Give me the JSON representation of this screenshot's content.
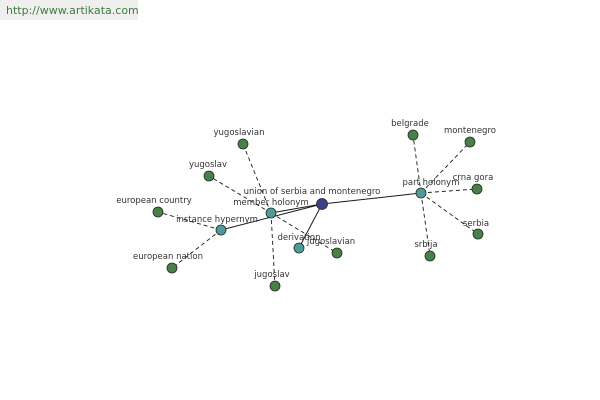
{
  "watermark": "http://www.artikata.com",
  "colors": {
    "center": "#3a3f8a",
    "relation": "#4f9a9a",
    "leaf": "#4a7f4a",
    "edge": "#1a1a1a",
    "node_stroke": "#1e2e1e"
  },
  "graph": {
    "center": {
      "id": "c",
      "label": "union of serbia and montenegro"
    },
    "relations": [
      {
        "id": "r_member",
        "label": "member holonym"
      },
      {
        "id": "r_instance",
        "label": "instance hypernym"
      },
      {
        "id": "r_part",
        "label": "part holonym"
      },
      {
        "id": "r_deriv",
        "label": "derivation"
      }
    ],
    "leaves": [
      {
        "id": "l_yugoslavian",
        "label": "yugoslavian",
        "parent": "r_member"
      },
      {
        "id": "l_yugoslav",
        "label": "yugoslav",
        "parent": "r_member"
      },
      {
        "id": "l_jugoslav",
        "label": "jugoslav",
        "parent": "r_member"
      },
      {
        "id": "l_jugoslavian",
        "label": "jugoslavian",
        "parent": "r_member"
      },
      {
        "id": "l_eucountry",
        "label": "european country",
        "parent": "r_instance"
      },
      {
        "id": "l_eunation",
        "label": "european nation",
        "parent": "r_instance"
      },
      {
        "id": "l_belgrade",
        "label": "belgrade",
        "parent": "r_part"
      },
      {
        "id": "l_montenegro",
        "label": "montenegro",
        "parent": "r_part"
      },
      {
        "id": "l_crnagora",
        "label": "crna gora",
        "parent": "r_part"
      },
      {
        "id": "l_serbia",
        "label": "serbia",
        "parent": "r_part"
      },
      {
        "id": "l_srbija",
        "label": "srbija",
        "parent": "r_part"
      }
    ]
  }
}
